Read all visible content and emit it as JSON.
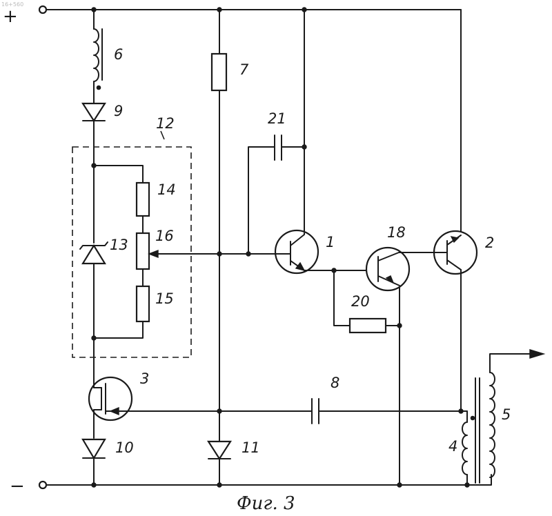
{
  "corner_mark": "16+560",
  "terminals": {
    "plus": "+",
    "minus": "−"
  },
  "labels": {
    "l1": "1",
    "l2": "2",
    "l3": "3",
    "l4": "4",
    "l5": "5",
    "l6": "6",
    "l7": "7",
    "l8": "8",
    "l9": "9",
    "l10": "10",
    "l11": "11",
    "l12": "12",
    "l13": "13",
    "l14": "14",
    "l15": "15",
    "l16": "16",
    "l18": "18",
    "l20": "20",
    "l21": "21"
  },
  "caption": "Фиг. 3"
}
